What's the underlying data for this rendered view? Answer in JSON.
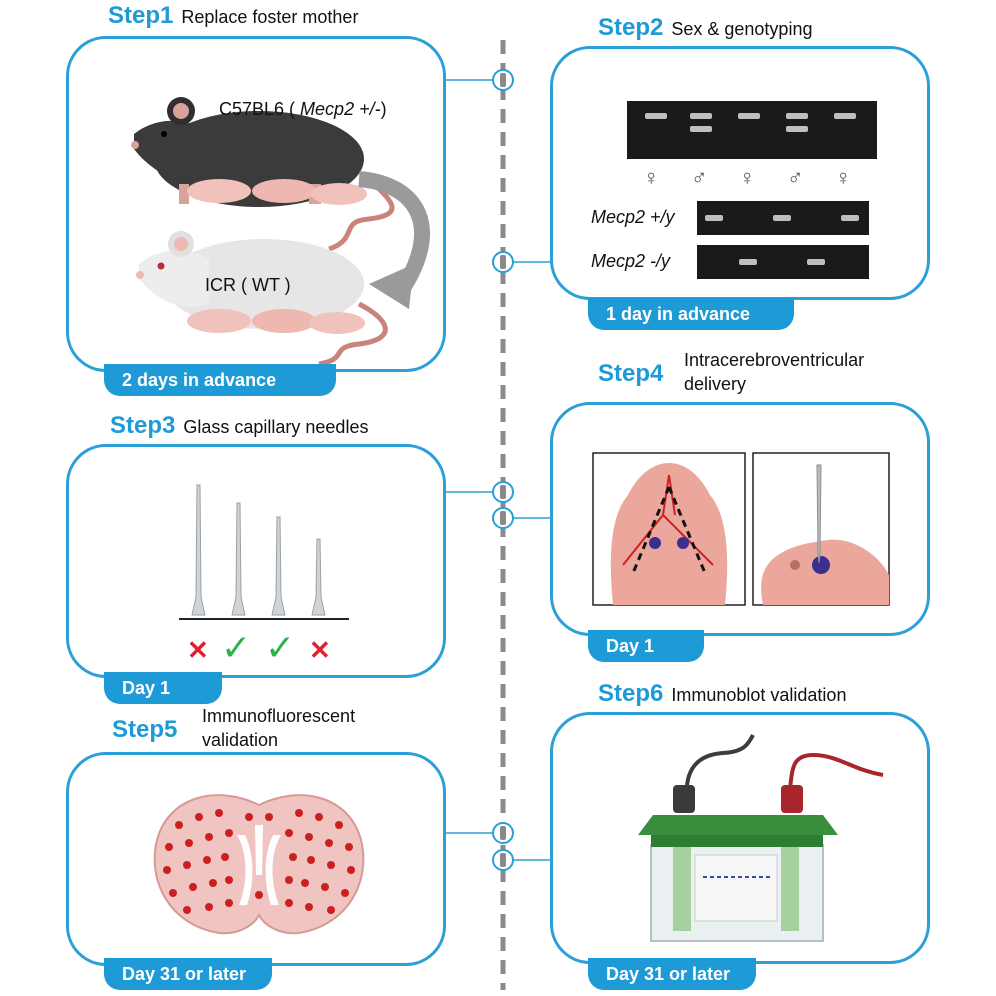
{
  "step1": {
    "num": "Step1",
    "desc": "Replace foster mother",
    "tag": "2 days in advance",
    "mother_label": "C57BL6 ( ",
    "mother_gene": "Mecp2 +/-",
    "mother_end": ")",
    "foster_label": "ICR ( WT )"
  },
  "step2": {
    "num": "Step2",
    "desc": "Sex & genotyping",
    "tag": "1 day in advance",
    "sexes": [
      "♀",
      "♂",
      "♀",
      "♂",
      "♀"
    ],
    "row1_label": "Mecp2 +/y",
    "row2_label": "Mecp2 -/y"
  },
  "step3": {
    "num": "Step3",
    "desc": "Glass capillary needles",
    "tag": "Day 1",
    "marks": [
      "✕",
      "✓",
      "✓",
      "✕"
    ]
  },
  "step4": {
    "num": "Step4",
    "desc_line1": "Intracerebroventricular",
    "desc_line2": "delivery",
    "tag": "Day 1"
  },
  "step5": {
    "num": "Step5",
    "desc_line1": "Immunofluorescent",
    "desc_line2": "validation",
    "tag": "Day 31 or later"
  },
  "step6": {
    "num": "Step6",
    "desc": "Immunoblot validation",
    "tag": "Day 31 or later"
  },
  "colors": {
    "accent": "#1e9ad6",
    "card_border": "#2a9fd8",
    "check": "#2db24a",
    "cross": "#e0202e",
    "dot": "#cc1f1f"
  }
}
